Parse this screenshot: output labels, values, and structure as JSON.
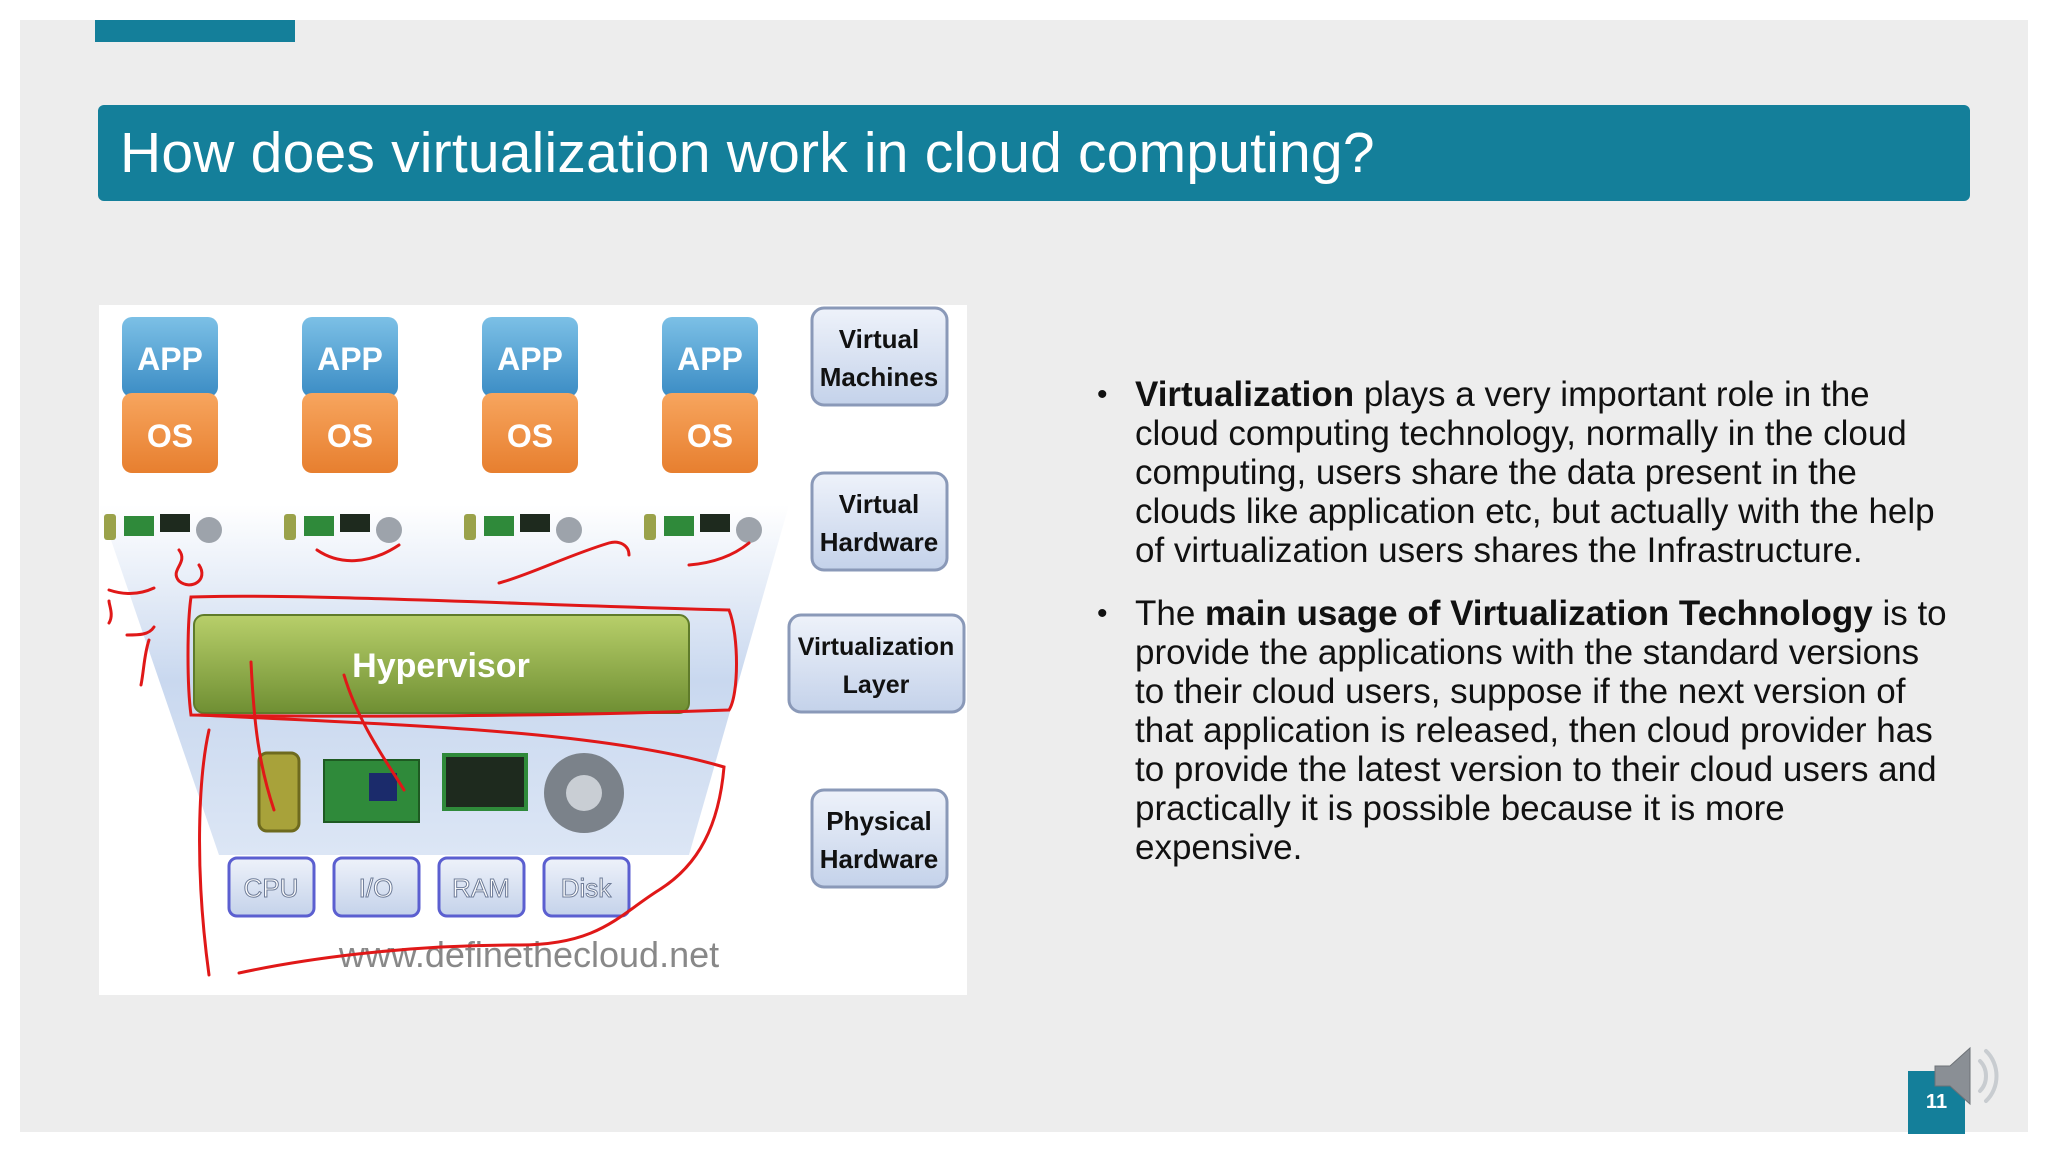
{
  "slide": {
    "title": "How does virtualization work in cloud computing?",
    "page_number": "11"
  },
  "diagram": {
    "apps": [
      {
        "app": "APP",
        "os": "OS"
      },
      {
        "app": "APP",
        "os": "OS"
      },
      {
        "app": "APP",
        "os": "OS"
      },
      {
        "app": "APP",
        "os": "OS"
      }
    ],
    "layer_labels": {
      "virtual_machines": [
        "Virtual",
        "Machines"
      ],
      "virtual_hardware": [
        "Virtual",
        "Hardware"
      ],
      "virtualization_layer": [
        "Virtualization",
        "Layer"
      ],
      "physical_hardware": [
        "Physical",
        "Hardware"
      ]
    },
    "hypervisor": "Hypervisor",
    "hardware": [
      "CPU",
      "I/O",
      "RAM",
      "Disk"
    ],
    "watermark": "www.definethecloud.net"
  },
  "bullets": [
    {
      "parts": [
        {
          "text": "Virtualization",
          "bold": true
        },
        {
          "text": " plays a very important role in the cloud computing technology, normally in the cloud computing, users share the data present in the clouds like application etc, but actually with the help of virtualization users shares the Infrastructure.",
          "bold": false
        }
      ]
    },
    {
      "parts": [
        {
          "text": "The ",
          "bold": false
        },
        {
          "text": "main usage of Virtualization Technology",
          "bold": true
        },
        {
          "text": " is to provide the applications with the standard versions to their cloud users, suppose if the next version of that application is released, then cloud provider has to provide the latest version to their cloud users and practically it is possible because it is more expensive.",
          "bold": false
        }
      ]
    }
  ],
  "colors": {
    "accent": "#147f9a",
    "app_blue": "#5fa9d6",
    "os_orange": "#f0954a",
    "hypervisor_green": "#8fb04a",
    "annotation_red": "#e01818",
    "annotation_yellow": "#f5f21a"
  }
}
